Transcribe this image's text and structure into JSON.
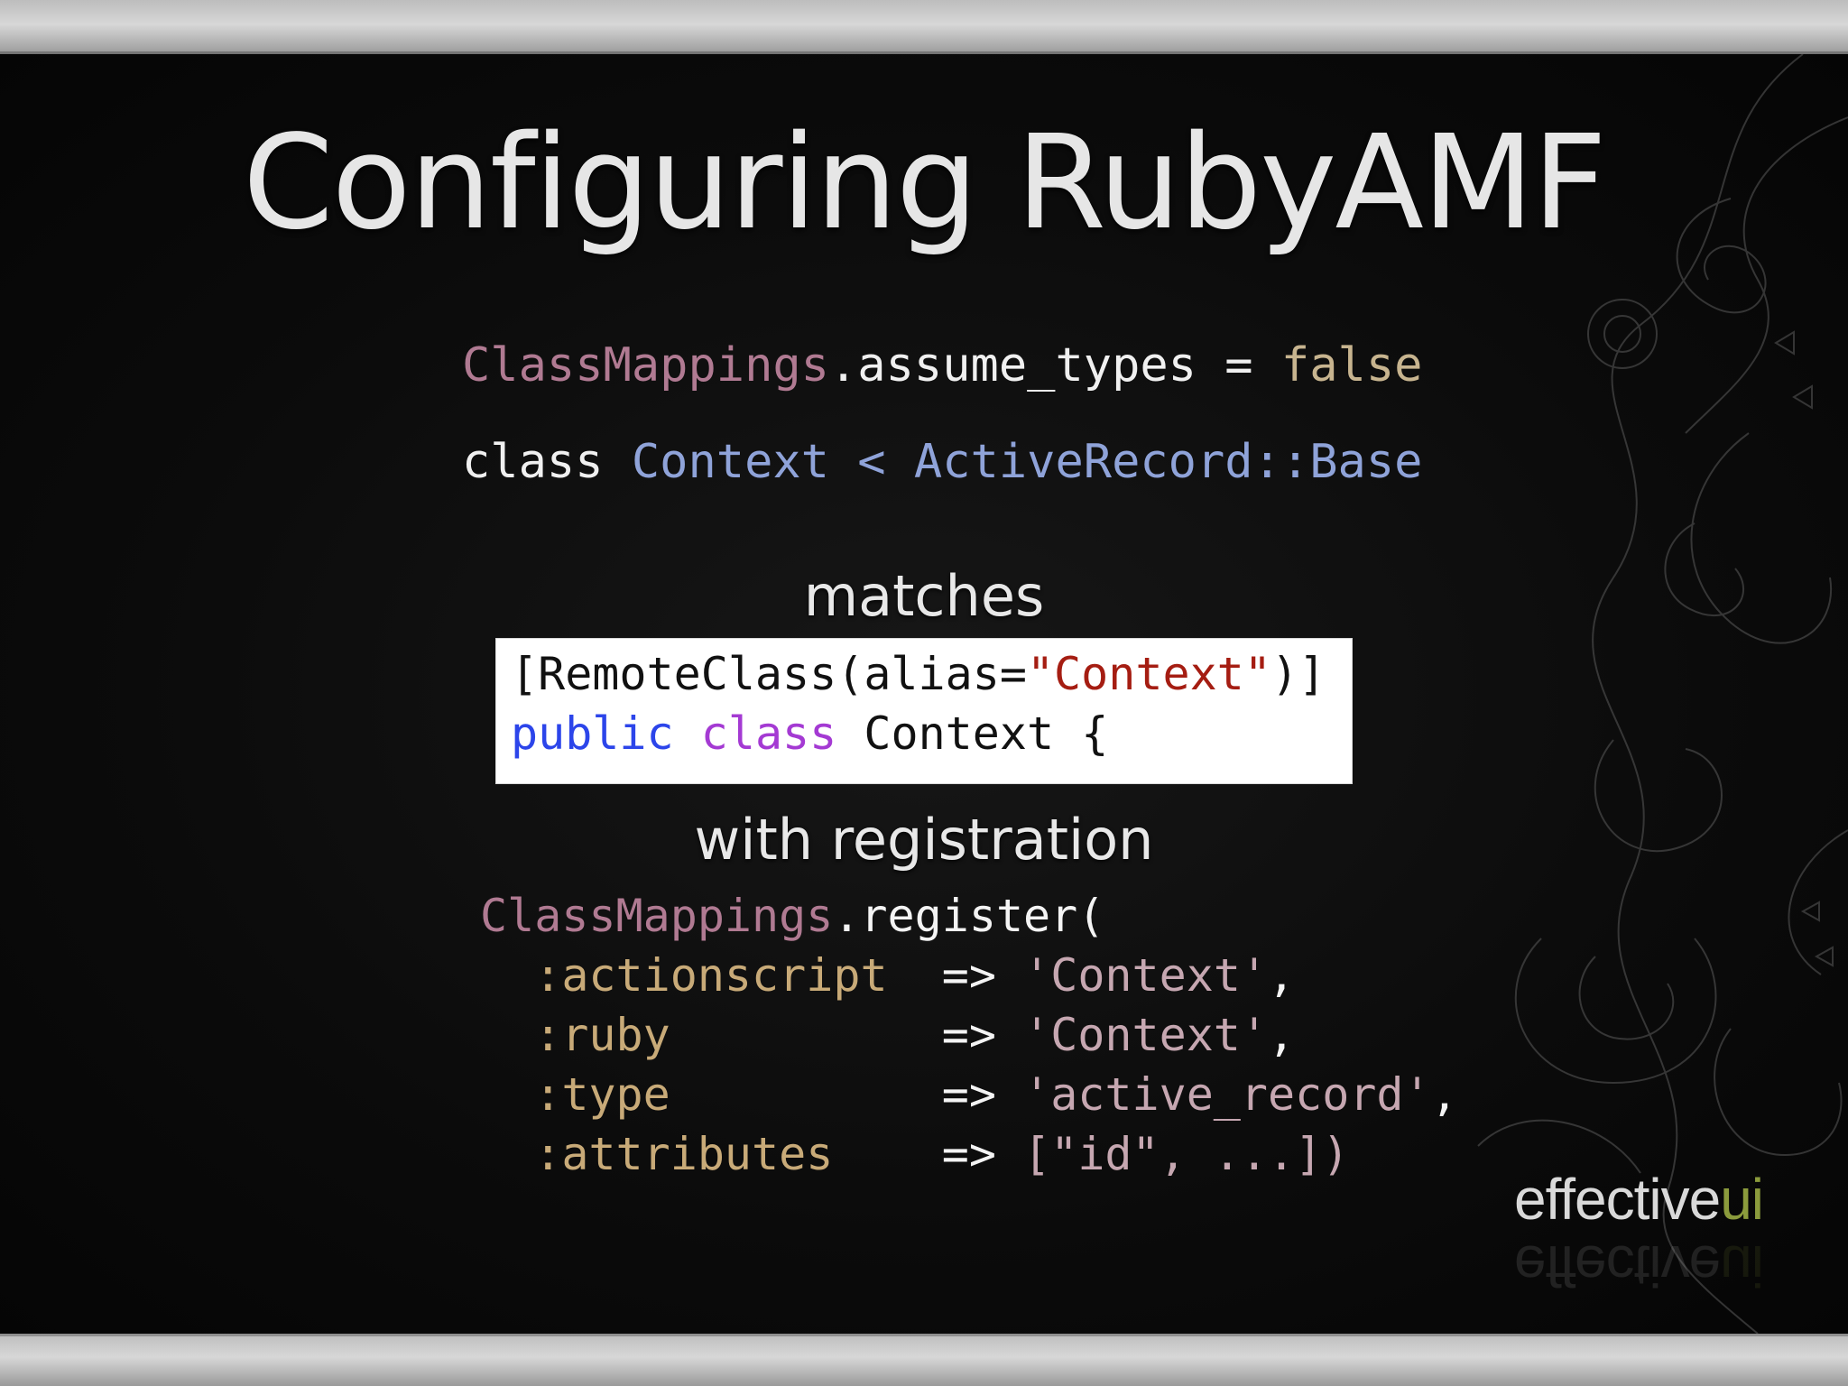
{
  "slide": {
    "title": "Configuring RubyAMF",
    "code_line_1": {
      "class_name": "ClassMappings",
      "member": ".assume_types = ",
      "value": "false"
    },
    "code_line_2": {
      "keyword": "class ",
      "name": "Context",
      "operator": " < ",
      "parent": "ActiveRecord::Base"
    },
    "label_matches": "matches",
    "box": {
      "line_1": {
        "prefix": "[RemoteClass(alias=",
        "string": "\"Context\"",
        "suffix": ")]"
      },
      "line_2": {
        "keyword_1": "public",
        "keyword_2": "class",
        "name": "Context",
        "brace": "{"
      }
    },
    "label_registration": "with registration",
    "registration": {
      "class_name": "ClassMappings",
      "method": ".register(",
      "rows": [
        {
          "key": ":actionscript",
          "arrow": "=>",
          "value": "'Context'",
          "tail": ","
        },
        {
          "key": ":ruby",
          "arrow": "=>",
          "value": "'Context'",
          "tail": ","
        },
        {
          "key": ":type",
          "arrow": "=>",
          "value": "'active_record'",
          "tail": ","
        },
        {
          "key": ":attributes",
          "arrow": "=>",
          "value": "[\"id\", ...])",
          "tail": ""
        }
      ]
    },
    "logo": {
      "main": "effective",
      "accent": "ui",
      "accent_color": "#8b9b3c"
    }
  },
  "colors": {
    "background": "#111111",
    "title": "#e6e6e6",
    "class_name": "#b07a92",
    "boolean": "#c7b48f",
    "type": "#8fa3d9",
    "symbol": "#c8aa78",
    "string": "#c6a7b1",
    "box_string": "#a51d12",
    "box_keyword": "#2c45ea",
    "box_keyword_2": "#a43ad3"
  }
}
